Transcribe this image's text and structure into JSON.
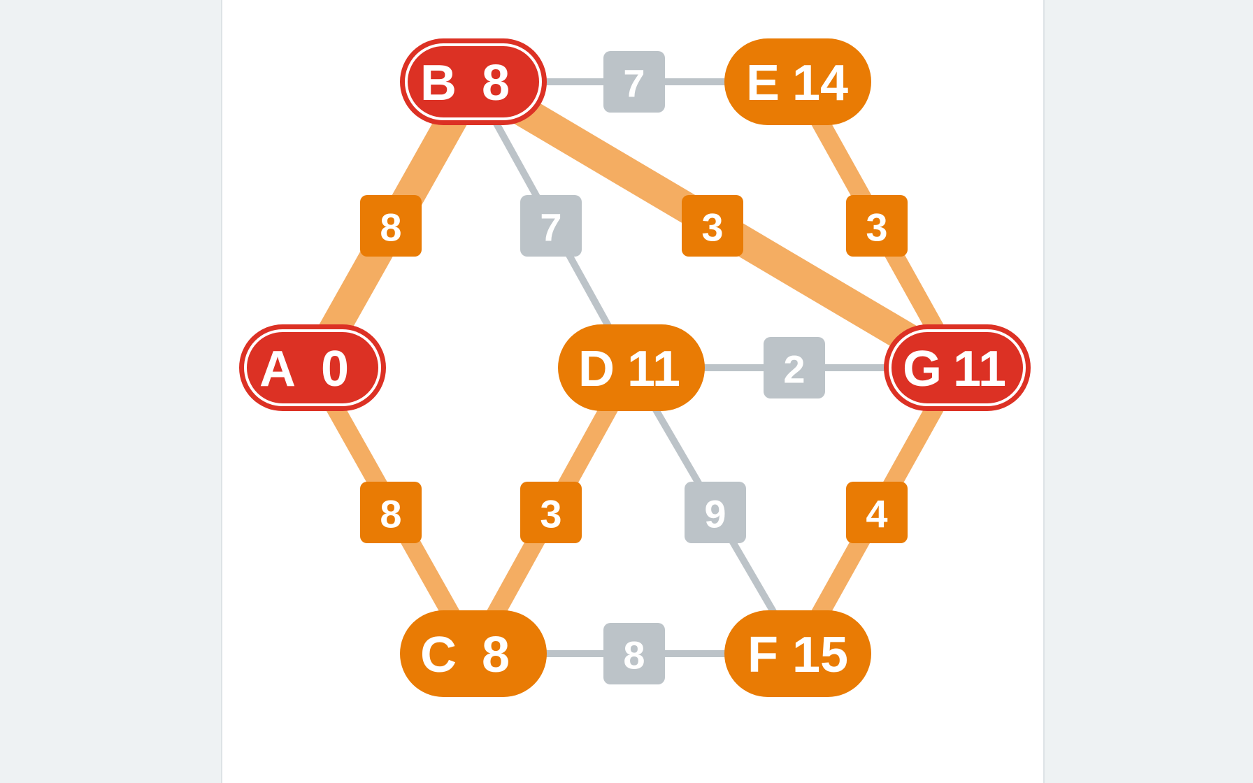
{
  "graph": {
    "colors": {
      "background": "#eef2f3",
      "panel": "#ffffff",
      "node_default": "#e97b04",
      "node_selected": "#dc3124",
      "edge_default": "#bcc3c8",
      "edge_highlight": "#f4ad62",
      "weight_default": "#bcc3c8",
      "weight_highlight": "#e97b04",
      "text": "#ffffff"
    },
    "nodes": [
      {
        "id": "A",
        "label": "A",
        "distance": "0",
        "selected": true
      },
      {
        "id": "B",
        "label": "B",
        "distance": "8",
        "selected": true
      },
      {
        "id": "C",
        "label": "C",
        "distance": "8",
        "selected": false
      },
      {
        "id": "D",
        "label": "D",
        "distance": "11",
        "selected": false
      },
      {
        "id": "E",
        "label": "E",
        "distance": "14",
        "selected": false
      },
      {
        "id": "F",
        "label": "F",
        "distance": "15",
        "selected": false
      },
      {
        "id": "G",
        "label": "G",
        "distance": "11",
        "selected": true
      }
    ],
    "edges": [
      {
        "from": "A",
        "to": "B",
        "weight": "8",
        "state": "path"
      },
      {
        "from": "A",
        "to": "C",
        "weight": "8",
        "state": "tree"
      },
      {
        "from": "B",
        "to": "E",
        "weight": "7",
        "state": "none"
      },
      {
        "from": "B",
        "to": "D",
        "weight": "7",
        "state": "none"
      },
      {
        "from": "B",
        "to": "G",
        "weight": "3",
        "state": "path"
      },
      {
        "from": "E",
        "to": "G",
        "weight": "3",
        "state": "tree"
      },
      {
        "from": "C",
        "to": "D",
        "weight": "3",
        "state": "tree"
      },
      {
        "from": "D",
        "to": "G",
        "weight": "2",
        "state": "none"
      },
      {
        "from": "D",
        "to": "F",
        "weight": "9",
        "state": "none"
      },
      {
        "from": "G",
        "to": "F",
        "weight": "4",
        "state": "tree"
      },
      {
        "from": "C",
        "to": "F",
        "weight": "8",
        "state": "none"
      }
    ]
  }
}
